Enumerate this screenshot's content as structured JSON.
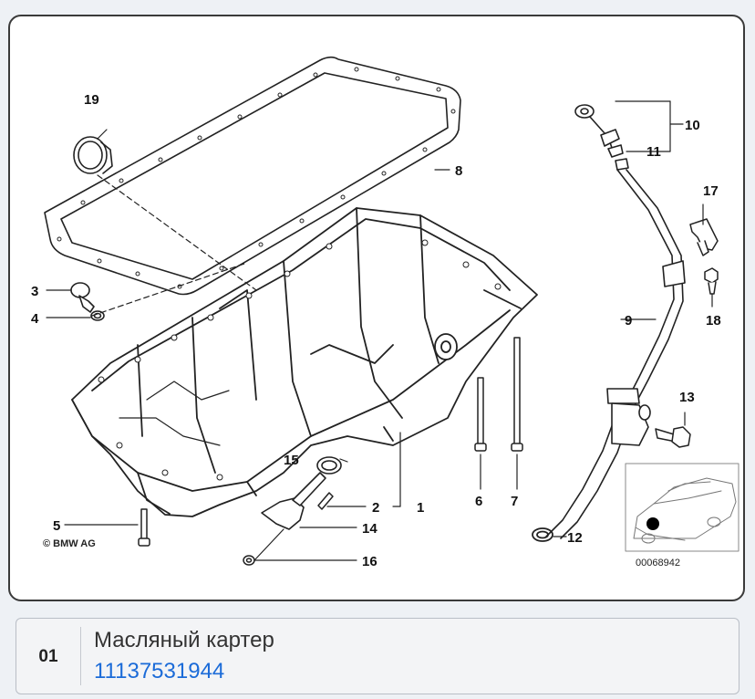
{
  "diagram": {
    "callouts": {
      "c1": "1",
      "c2": "2",
      "c3": "3",
      "c4": "4",
      "c5": "5",
      "c6": "6",
      "c7": "7",
      "c8": "8",
      "c9": "9",
      "c10": "10",
      "c11": "11",
      "c12": "12",
      "c13": "13",
      "c14": "14",
      "c15": "15",
      "c16": "16",
      "c17": "17",
      "c18": "18",
      "c19": "19"
    },
    "copyright": "© BMW AG",
    "image_code": "00068942"
  },
  "part": {
    "number": "01",
    "name": "Масляный картер",
    "part_number": "11137531944"
  },
  "colors": {
    "link": "#1b6bd8",
    "card_border": "#3a3a3a",
    "page_bg": "#eef1f5"
  }
}
